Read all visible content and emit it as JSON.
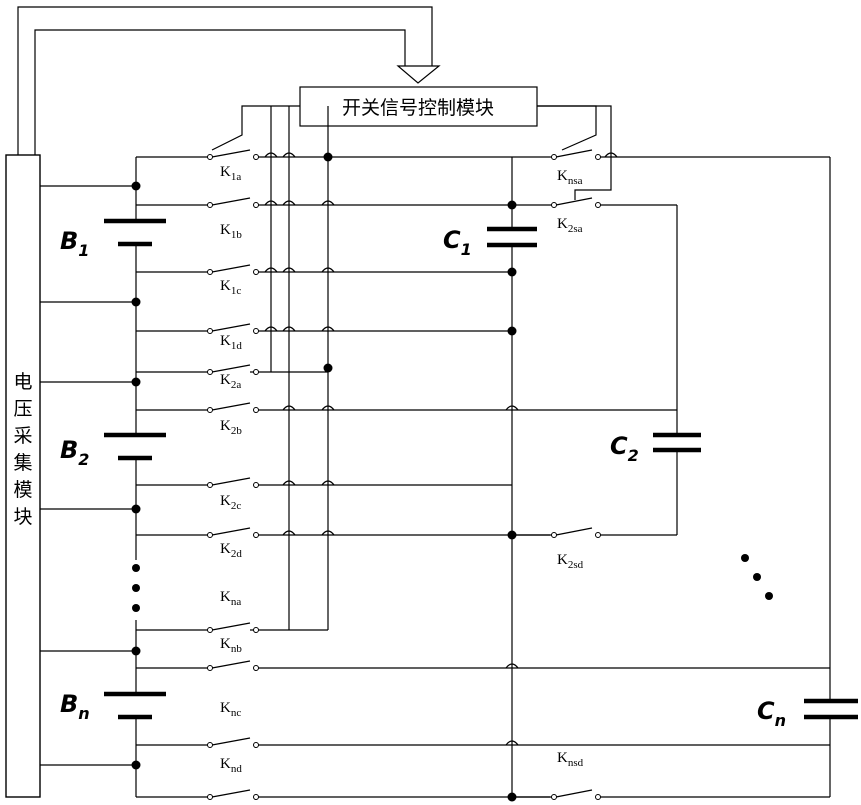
{
  "modules": {
    "switch_control": "开关信号控制模块",
    "voltage_acquisition": [
      "电",
      "压",
      "采",
      "集",
      "模",
      "块"
    ]
  },
  "batteries": [
    {
      "base": "B",
      "sub": "1"
    },
    {
      "base": "B",
      "sub": "2"
    },
    {
      "base": "B",
      "sub": "n"
    }
  ],
  "capacitors": [
    {
      "base": "C",
      "sub": "1"
    },
    {
      "base": "C",
      "sub": "2"
    },
    {
      "base": "C",
      "sub": "n"
    }
  ],
  "switches": [
    {
      "base": "K",
      "sub": "1a"
    },
    {
      "base": "K",
      "sub": "1b"
    },
    {
      "base": "K",
      "sub": "1c"
    },
    {
      "base": "K",
      "sub": "1d"
    },
    {
      "base": "K",
      "sub": "2a"
    },
    {
      "base": "K",
      "sub": "2b"
    },
    {
      "base": "K",
      "sub": "2c"
    },
    {
      "base": "K",
      "sub": "2d"
    },
    {
      "base": "K",
      "sub": "na"
    },
    {
      "base": "K",
      "sub": "nb"
    },
    {
      "base": "K",
      "sub": "nc"
    },
    {
      "base": "K",
      "sub": "nd"
    },
    {
      "base": "K",
      "sub": "nsa"
    },
    {
      "base": "K",
      "sub": "2sa"
    },
    {
      "base": "K",
      "sub": "2sd"
    },
    {
      "base": "K",
      "sub": "nsd"
    }
  ]
}
